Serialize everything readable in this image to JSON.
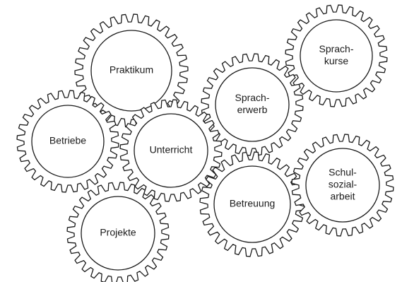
{
  "diagram": {
    "gears": [
      {
        "id": "praktikum",
        "lines": [
          "Praktikum"
        ]
      },
      {
        "id": "sprachkurse",
        "lines": [
          "Sprach-",
          "kurse"
        ]
      },
      {
        "id": "spracherwerb",
        "lines": [
          "Sprach-",
          "erwerb"
        ]
      },
      {
        "id": "betriebe",
        "lines": [
          "Betriebe"
        ]
      },
      {
        "id": "unterricht",
        "lines": [
          "Unterricht"
        ]
      },
      {
        "id": "betreuung",
        "lines": [
          "Betreuung"
        ]
      },
      {
        "id": "schulsozialarbeit",
        "lines": [
          "Schul-",
          "sozial-",
          "arbeit"
        ]
      },
      {
        "id": "projekte",
        "lines": [
          "Projekte"
        ]
      }
    ],
    "colors": {
      "stroke": "#1a1a1a",
      "fill": "#ffffff",
      "text": "#1a1a1a"
    }
  }
}
